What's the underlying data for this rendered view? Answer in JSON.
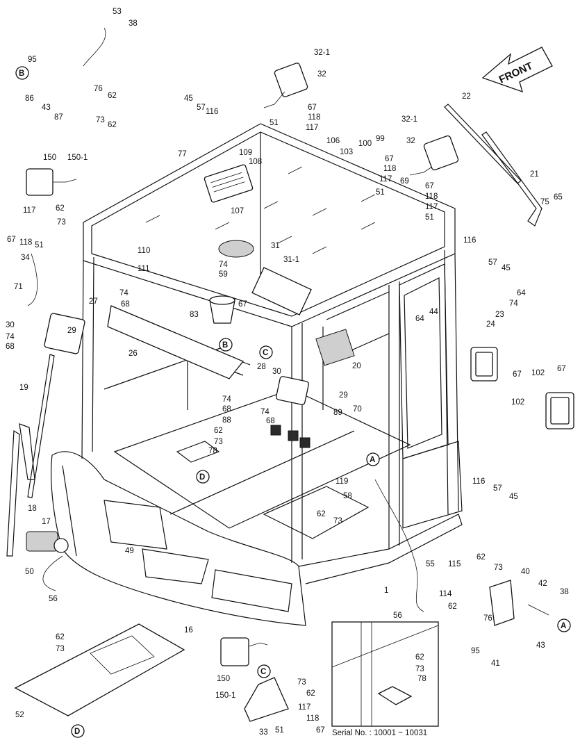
{
  "direction_label": "FRONT",
  "serial_note": "Serial No. : 10001 ~ 10031",
  "callouts": [
    "B",
    "C",
    "D",
    "A"
  ],
  "part_labels": [
    "53",
    "38",
    "95",
    "86",
    "43",
    "87",
    "76",
    "62",
    "73",
    "62",
    "150",
    "150-1",
    "117",
    "62",
    "73",
    "67",
    "118",
    "51",
    "34",
    "71",
    "27",
    "74",
    "68",
    "30",
    "29",
    "74",
    "68",
    "19",
    "26",
    "18",
    "17",
    "50",
    "56",
    "49",
    "16",
    "52",
    "62",
    "73",
    "D",
    "45",
    "57",
    "116",
    "77",
    "109",
    "108",
    "107",
    "110",
    "111",
    "31",
    "31-1",
    "74",
    "59",
    "67",
    "83",
    "28",
    "30",
    "74",
    "68",
    "74",
    "88",
    "68",
    "62",
    "73",
    "78",
    "89",
    "70",
    "29",
    "119",
    "58",
    "62",
    "73",
    "32-1",
    "32",
    "67",
    "118",
    "117",
    "51",
    "106",
    "103",
    "100",
    "99",
    "67",
    "118",
    "117",
    "51",
    "69",
    "67",
    "118",
    "117",
    "51",
    "32-1",
    "32",
    "22",
    "21",
    "75",
    "65",
    "116",
    "57",
    "45",
    "64",
    "74",
    "23",
    "24",
    "44",
    "64",
    "20",
    "67",
    "102",
    "67",
    "102",
    "116",
    "57",
    "45",
    "55",
    "115",
    "1",
    "114",
    "56",
    "62",
    "73",
    "40",
    "42",
    "38",
    "62",
    "76",
    "95",
    "41",
    "43",
    "150",
    "150-1",
    "33",
    "51",
    "73",
    "62",
    "117",
    "118",
    "67",
    "62",
    "73",
    "78"
  ]
}
